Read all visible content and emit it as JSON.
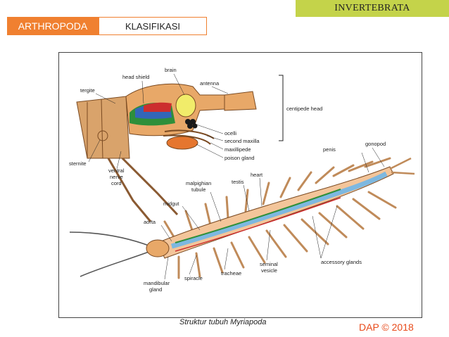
{
  "banner": {
    "title": "INVERTEBRATA"
  },
  "tags": {
    "primary": "ARTHROPODA",
    "secondary": "KLASIFIKASI"
  },
  "diagram": {
    "labels": {
      "tergite": "tergite",
      "head_shield": "head shield",
      "brain": "brain",
      "antenna": "antenna",
      "centipede_head": "centipede head",
      "ocelli": "ocelli",
      "second_maxilla": "second maxilla",
      "maxillipede": "maxillipede",
      "poison_gland": "poison gland",
      "sternite": "sternite",
      "ventral_nerve_cord_1": "ventral",
      "ventral_nerve_cord_2": "nerve",
      "ventral_nerve_cord_3": "cord",
      "penis": "penis",
      "gonopod": "gonopod",
      "heart": "heart",
      "testis": "testis",
      "malpighian_1": "malpighian",
      "malpighian_2": "tubule",
      "midgut": "midgut",
      "aorta": "aorta",
      "mandibular_1": "mandibular",
      "mandibular_2": "gland",
      "spiracle": "spiracle",
      "tracheae": "tracheae",
      "seminal_1": "seminal",
      "seminal_2": "vesicle",
      "accessory_glands": "accessory glands"
    }
  },
  "caption": "Struktur tubuh Myriapoda",
  "copyright": "DAP © 2018",
  "colors": {
    "accent_orange": "#f08030",
    "banner_green": "#c4d34a",
    "copyright_red": "#e84a1a"
  }
}
